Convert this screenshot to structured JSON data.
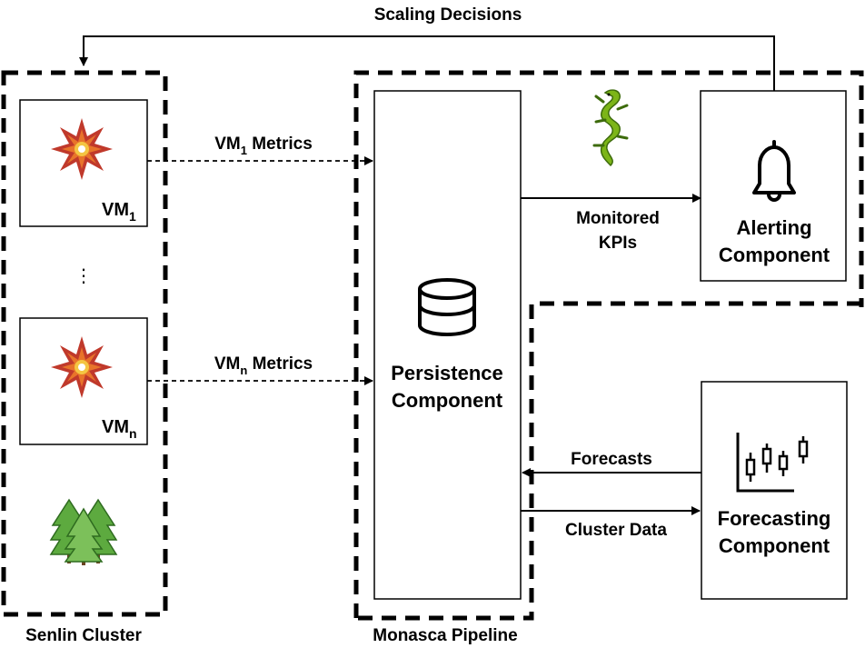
{
  "top_feedback": {
    "label": "Scaling Decisions"
  },
  "senlin_cluster": {
    "label": "Senlin Cluster",
    "vms": [
      {
        "name": "VM",
        "subscript": "1"
      },
      {
        "name": "VM",
        "subscript": "n"
      }
    ],
    "ellipsis": "⋮"
  },
  "arrows": {
    "vm1_metrics": {
      "name": "VM",
      "subscript": "1",
      "suffix": " Metrics"
    },
    "vmn_metrics": {
      "name": "VM",
      "subscript": "n",
      "suffix": " Metrics"
    },
    "monitored_kpis": {
      "line1": "Monitored",
      "line2": "KPIs"
    },
    "forecasts": "Forecasts",
    "cluster_data": "Cluster Data"
  },
  "monasca_pipeline": {
    "label": "Monasca Pipeline",
    "persistence": {
      "line1": "Persistence",
      "line2": "Component"
    },
    "alerting": {
      "line1": "Alerting",
      "line2": "Component"
    },
    "forecasting": {
      "line1": "Forecasting",
      "line2": "Component"
    }
  },
  "icons": {
    "vm": "openstack-star-icon",
    "cluster": "forest-icon",
    "monasca": "lizard-icon",
    "database": "database-icon",
    "alert": "bell-icon",
    "forecast": "candlestick-chart-icon"
  },
  "colors": {
    "line": "#000000",
    "icon_green": "#7CB518",
    "icon_red": "#C0392B",
    "icon_orange": "#E8742A",
    "tree_green": "#5DAA3F"
  }
}
